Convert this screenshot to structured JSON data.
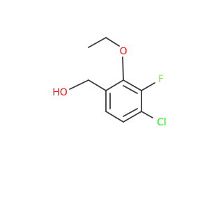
{
  "molecule": {
    "atoms": [
      {
        "id": "O_ether",
        "label": "O",
        "color": "#ff0d0d"
      },
      {
        "id": "F",
        "label": "F",
        "color": "#90e050"
      },
      {
        "id": "Cl",
        "label": "Cl",
        "color": "#1ff01f"
      },
      {
        "id": "OH",
        "label": "HO",
        "color": "#ff0d0d"
      }
    ],
    "bond_color": "#3a3a3a"
  }
}
